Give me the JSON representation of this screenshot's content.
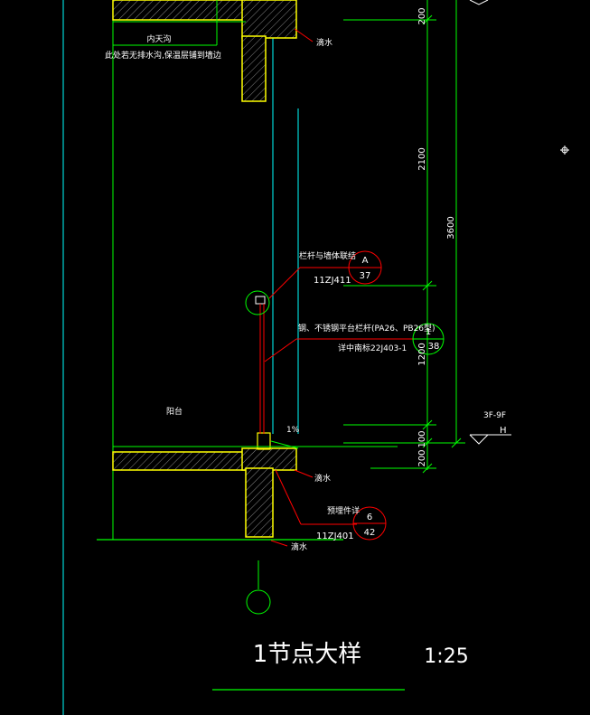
{
  "drawing": {
    "title": "1节点大样",
    "scale": "1:25"
  },
  "annotations": {
    "inner_gutter": "内天沟",
    "gutter_note": "此处若无排水沟,保温层铺到墙边",
    "drip_top": "滴水",
    "railing_connection": "栏杆与墙体联结",
    "railing_ref_code": "11ZJ411",
    "steel_railing": "钢、不锈钢平台栏杆(PA26、PB26型)",
    "railing_detail_ref": "详中南标22J403-1",
    "balcony": "阳台",
    "slope": "1%",
    "drip_mid": "滴水",
    "embedded_part": "预埋件详",
    "embedded_ref_code": "11ZJ401",
    "drip_bottom": "滴水",
    "floor_mark": "3F-9F",
    "elev_symbol": "H"
  },
  "dimensions": {
    "d200_top": "200",
    "d2100": "2100",
    "d3600": "3600",
    "d1200": "1200",
    "d100": "100",
    "d200_bottom": "200"
  },
  "callouts": {
    "a": {
      "top": "A",
      "bottom": "37"
    },
    "b": {
      "top": "1",
      "bottom": "38"
    },
    "c": {
      "top": "6",
      "bottom": "42"
    }
  },
  "colors": {
    "background": "#000000",
    "wall": "#ffff00",
    "leader": "#ff0000",
    "reference": "#00ff00",
    "glass": "#00ffff",
    "text": "#ffffff"
  }
}
